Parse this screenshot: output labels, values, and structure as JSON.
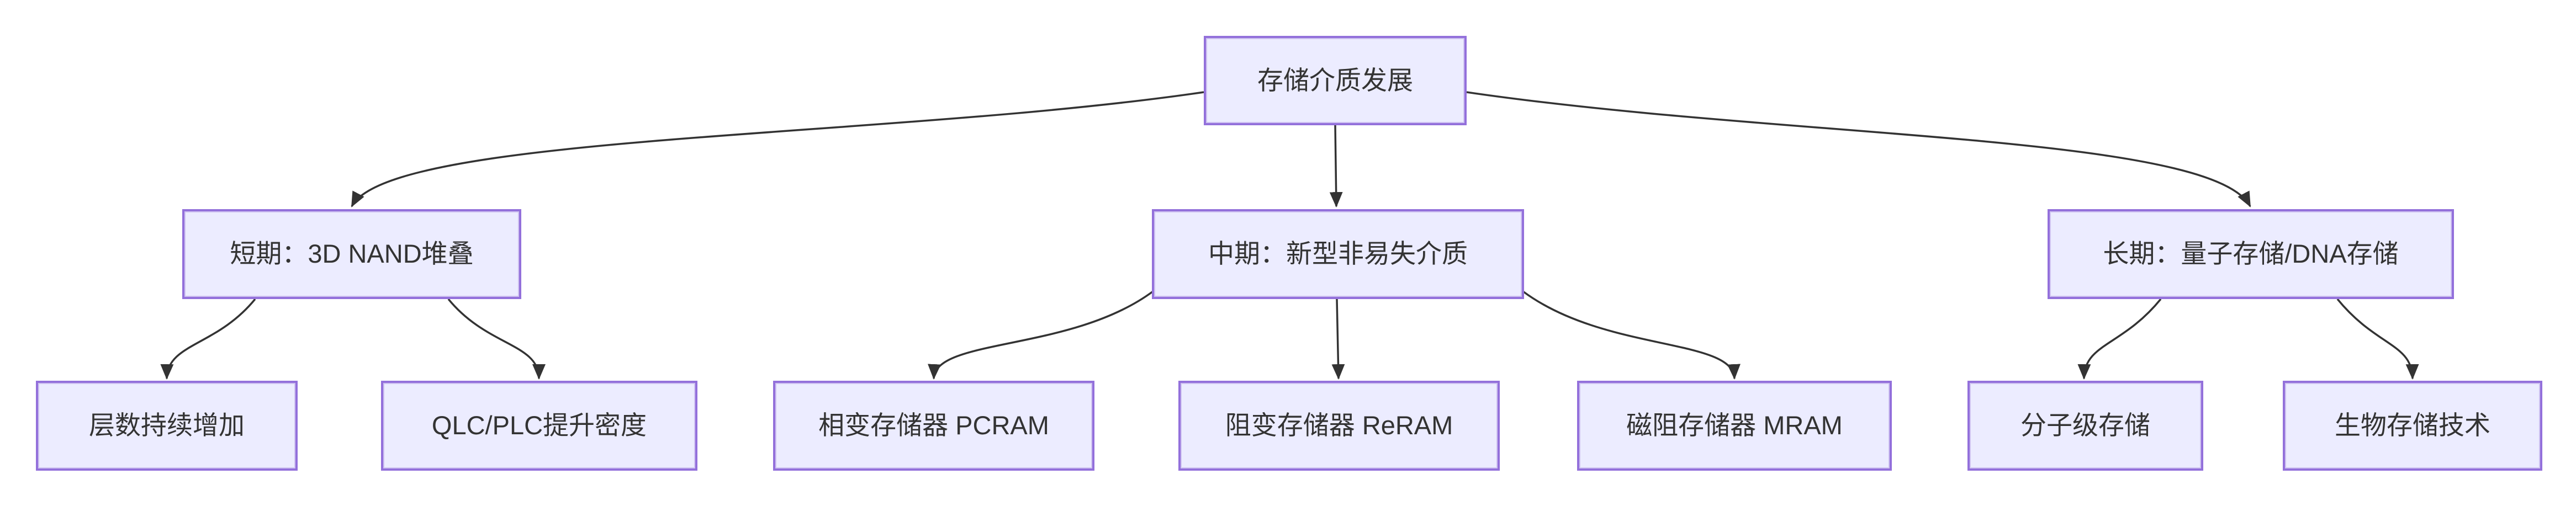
{
  "diagram": {
    "type": "flowchart",
    "direction": "top-down",
    "title": "存储介质发展",
    "nodes": [
      {
        "id": "root",
        "label": "存储介质发展"
      },
      {
        "id": "short-term",
        "label": "短期：3D NAND堆叠"
      },
      {
        "id": "mid-term",
        "label": "中期：新型非易失介质"
      },
      {
        "id": "long-term",
        "label": "长期：量子存储/DNA存储"
      },
      {
        "id": "layers",
        "label": "层数持续增加"
      },
      {
        "id": "qlc-plc",
        "label": "QLC/PLC提升密度"
      },
      {
        "id": "pcram",
        "label": "相变存储器 PCRAM"
      },
      {
        "id": "reram",
        "label": "阻变存储器 ReRAM"
      },
      {
        "id": "mram",
        "label": "磁阻存储器 MRAM"
      },
      {
        "id": "molecular",
        "label": "分子级存储"
      },
      {
        "id": "bio",
        "label": "生物存储技术"
      }
    ],
    "edges": [
      {
        "from": "root",
        "to": "short-term"
      },
      {
        "from": "root",
        "to": "mid-term"
      },
      {
        "from": "root",
        "to": "long-term"
      },
      {
        "from": "short-term",
        "to": "layers"
      },
      {
        "from": "short-term",
        "to": "qlc-plc"
      },
      {
        "from": "mid-term",
        "to": "pcram"
      },
      {
        "from": "mid-term",
        "to": "reram"
      },
      {
        "from": "mid-term",
        "to": "mram"
      },
      {
        "from": "long-term",
        "to": "molecular"
      },
      {
        "from": "long-term",
        "to": "bio"
      }
    ],
    "colors": {
      "background": "#FFFFFF",
      "node_fill": "#ECECFF",
      "node_border": "#9370DB",
      "edge": "#333333",
      "text": "#333333"
    }
  }
}
